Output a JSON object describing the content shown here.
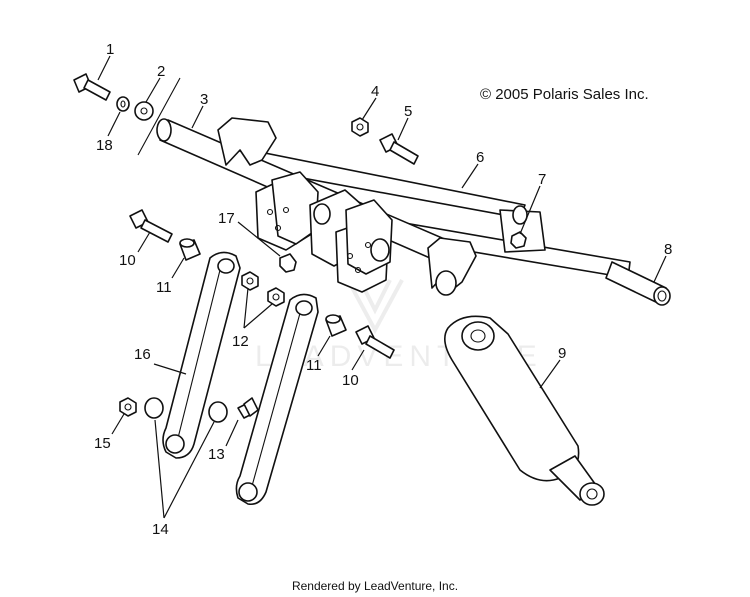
{
  "copyright": "© 2005 Polaris Sales Inc.",
  "footer": "Rendered by LeadVenture, Inc.",
  "watermark": "LEADVENTURE",
  "callouts": {
    "c1": "1",
    "c2": "2",
    "c3": "3",
    "c4": "4",
    "c5": "5",
    "c6": "6",
    "c7": "7",
    "c8": "8",
    "c9": "9",
    "c10a": "10",
    "c10b": "10",
    "c11a": "11",
    "c11b": "11",
    "c12": "12",
    "c13": "13",
    "c14": "14",
    "c15": "15",
    "c16": "16",
    "c17": "17",
    "c18": "18"
  }
}
